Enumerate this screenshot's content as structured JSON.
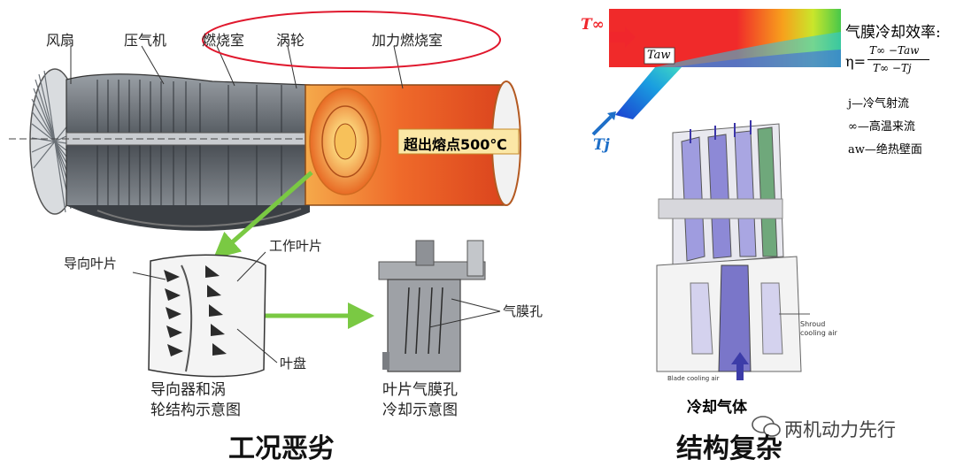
{
  "engine": {
    "labels": {
      "fan": "风扇",
      "compressor": "压气机",
      "combustor": "燃烧室",
      "turbine": "涡轮",
      "afterburner": "加力燃烧室"
    },
    "temp_note": "超出熔点500℃"
  },
  "turbine_detail": {
    "guide_vane": "导向叶片",
    "rotor_blade": "工作叶片",
    "disk": "叶盘",
    "caption_line1": "导向器和涡",
    "caption_line2": "轮结构示意图"
  },
  "blade_detail": {
    "film_holes": "气膜孔",
    "caption_line1": "叶片气膜孔",
    "caption_line2": "冷却示意图"
  },
  "film_cooling": {
    "t_inf": "T∞",
    "t_aw": "Taw",
    "t_j": "Tj",
    "efficiency_title": "气膜冷却效率:",
    "formula_eta": "η=",
    "formula_num": "T∞ −Taw",
    "formula_den": "T∞ −Tj",
    "legend_j": "j—冷气射流",
    "legend_inf": "∞—高温来流",
    "legend_aw": "aw—绝热壁面"
  },
  "cooled_blade": {
    "shroud_label_1": "Shroud",
    "shroud_label_2": "cooling air",
    "blade_label": "Blade cooling air",
    "coolant": "冷却气体"
  },
  "bottom": {
    "left_title": "工况恶劣",
    "right_title": "结构复杂",
    "watermark": "两机动力先行"
  },
  "colors": {
    "flame": "#e8531f",
    "arrow_green": "#7ac943",
    "oval_red": "#e0182d",
    "hot_red": "#f0262c",
    "cool_blue": "#1e6fc8",
    "blade_purple": "#7a76c9"
  }
}
